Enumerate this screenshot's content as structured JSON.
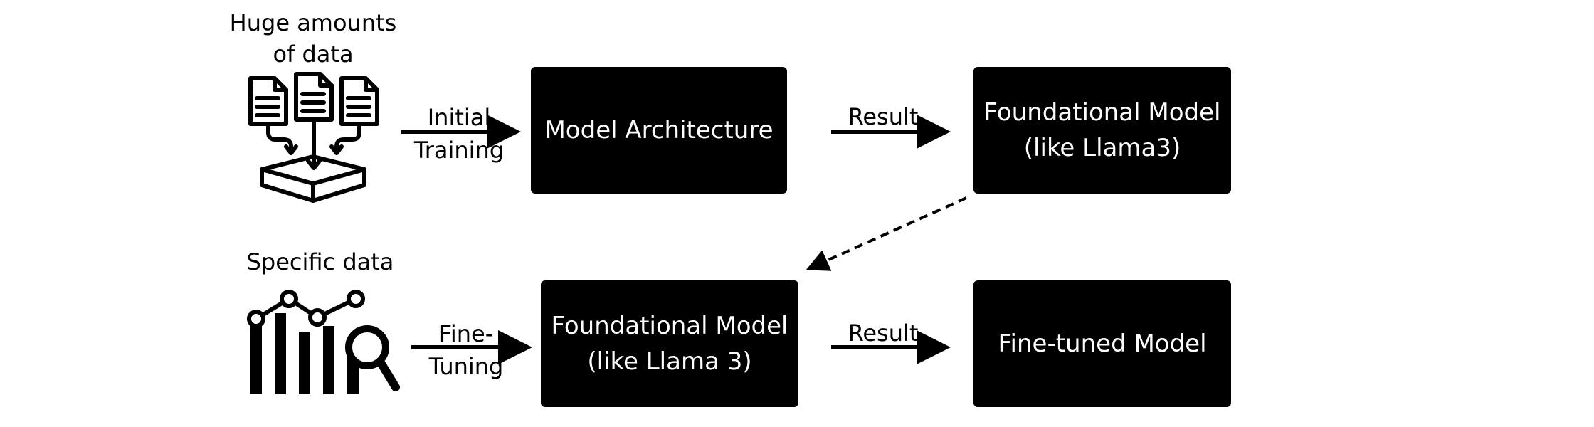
{
  "sources": {
    "huge_data_line1": "Huge amounts",
    "huge_data_line2": "of data",
    "specific_data": "Specific data"
  },
  "arrows": {
    "initial_training_line1": "Initial",
    "initial_training_line2": "Training",
    "result_top": "Result",
    "fine_tuning_line1": "Fine-",
    "fine_tuning_line2": "Tuning",
    "result_bottom": "Result"
  },
  "boxes": {
    "model_architecture": "Model Architecture",
    "foundational_top_line1": "Foundational Model",
    "foundational_top_line2": "(like Llama3)",
    "foundational_bottom_line1": "Foundational Model",
    "foundational_bottom_line2": "(like Llama 3)",
    "fine_tuned": "Fine-tuned Model"
  },
  "icons": {
    "documents": "documents-into-tray-icon",
    "analytics": "bar-chart-magnifier-icon"
  },
  "colors": {
    "box_fill": "#000000",
    "box_text": "#ffffff",
    "line": "#000000",
    "background": "#ffffff"
  }
}
